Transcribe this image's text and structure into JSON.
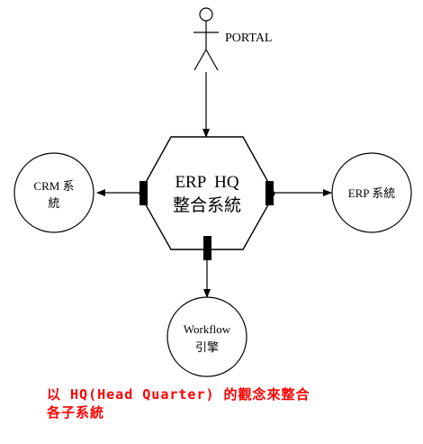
{
  "diagram": {
    "actor_label": "PORTAL",
    "hub_line1": "ERP  HQ",
    "hub_line2": "整合系統",
    "nodes": {
      "crm": {
        "line1": "CRM 系",
        "line2": "統"
      },
      "erp": {
        "line1": "ERP 系統"
      },
      "workflow": {
        "line1": "Workflow",
        "line2": "引擎"
      }
    }
  },
  "caption": {
    "line1": "以 HQ(Head Quarter) 的觀念來整合",
    "line2": "各子系統"
  },
  "colors": {
    "stroke": "#000000",
    "caption": "#ff0000",
    "background": "#ffffff"
  }
}
